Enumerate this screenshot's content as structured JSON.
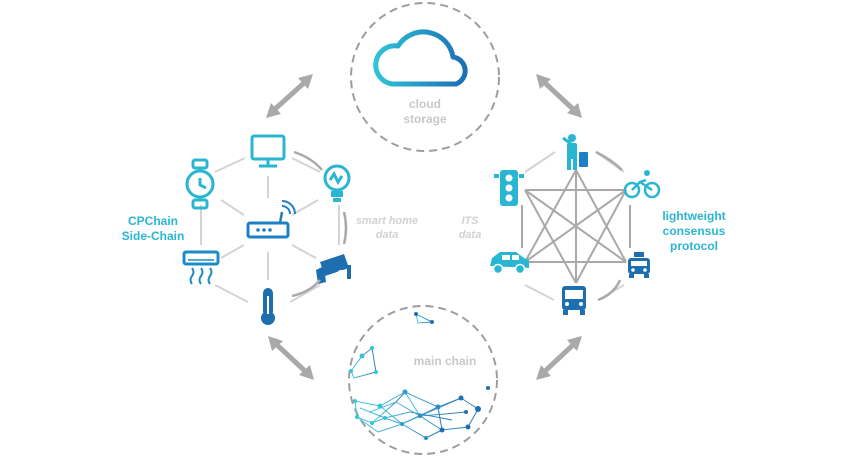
{
  "labels": {
    "cloud": [
      "cloud",
      "storage"
    ],
    "main_chain": "main chain",
    "side_chain": [
      "CPChain",
      "Side-Chain"
    ],
    "smart_home": [
      "smart home",
      "data"
    ],
    "its": [
      "ITS",
      "data"
    ],
    "consensus": [
      "lightweight",
      "consensus",
      "protocol"
    ]
  },
  "icons": {
    "home": [
      "monitor-icon",
      "smartwatch-icon",
      "lightbulb-icon",
      "router-icon",
      "air-conditioner-icon",
      "security-camera-icon",
      "thermometer-icon"
    ],
    "its": [
      "hitchhiker-icon",
      "traffic-light-icon",
      "bicycle-icon",
      "car-icon",
      "taxi-icon",
      "bus-icon"
    ]
  },
  "colors": {
    "teal": "#29b6d3",
    "blue": "#1a8cc6",
    "dark_blue": "#1d6fb0",
    "arrow_gray": "#a9a9a9",
    "light_gray": "#d3d3d3",
    "circle_gray": "#9e9e9e"
  }
}
